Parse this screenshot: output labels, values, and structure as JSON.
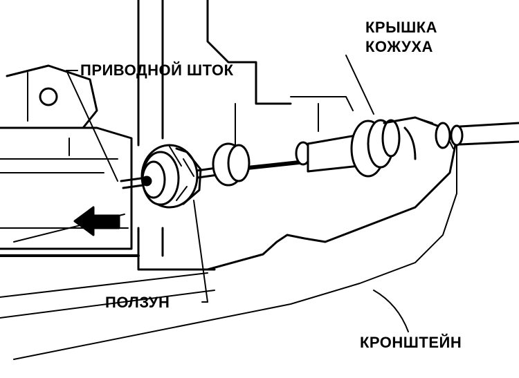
{
  "labels": {
    "actuator_rod": "ПРИВОДНОЙ ШТОК",
    "casing_cap_line1": "КРЫШКА",
    "casing_cap_line2": "КОЖУХА",
    "slider": "ПОЛЗУН",
    "bracket": "КРОНШТЕЙН"
  },
  "colors": {
    "ink": "#000000",
    "background": "#ffffff"
  }
}
